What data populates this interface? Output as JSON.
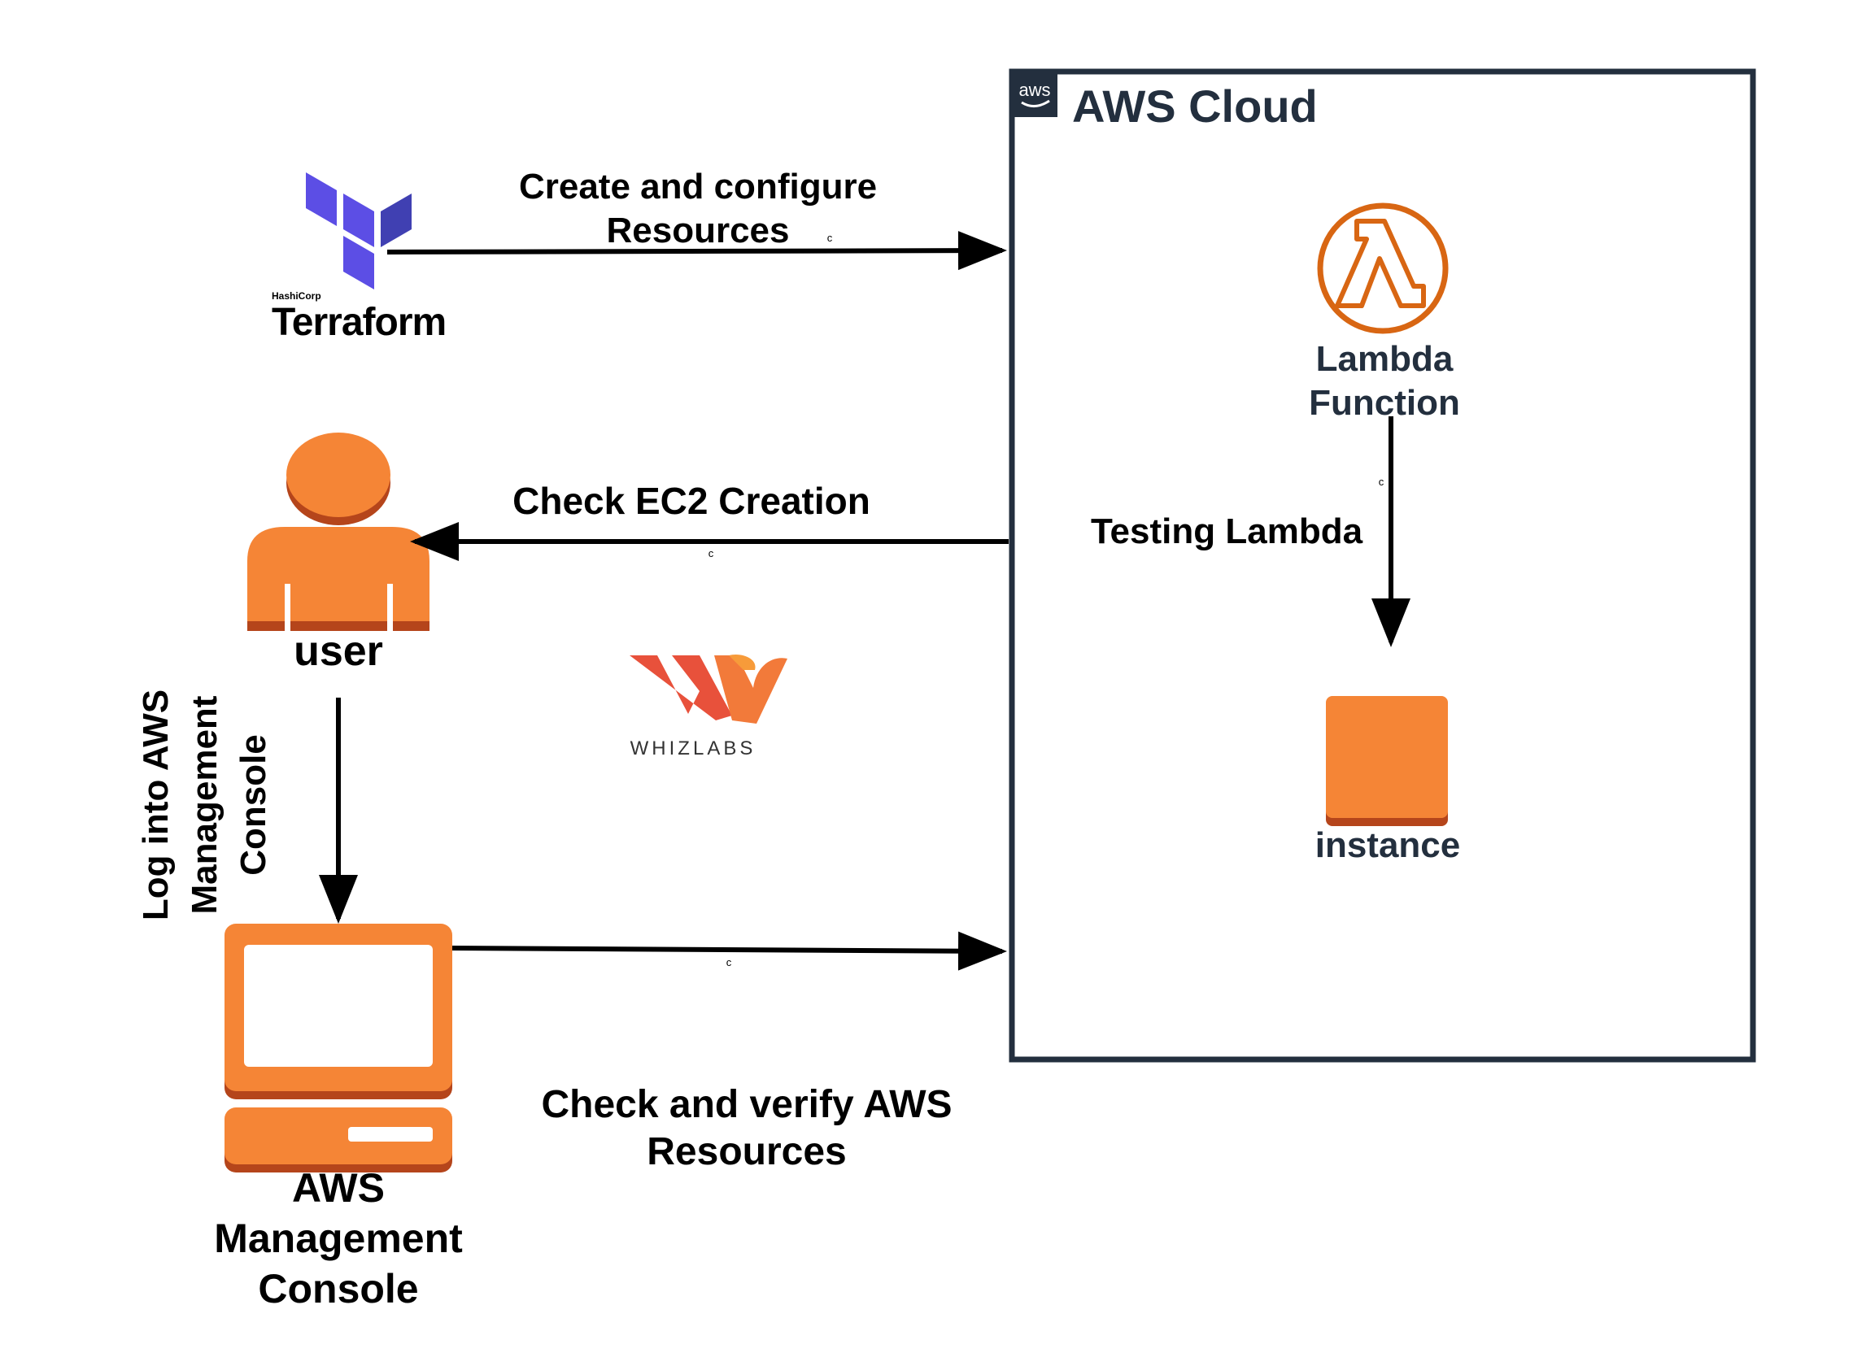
{
  "cloud": {
    "badge": "aws",
    "title": "AWS Cloud",
    "border_color": "#232F3E"
  },
  "terraform": {
    "brand_small": "HashiCorp",
    "brand_name": "Terraform",
    "color": "#5C4EE5"
  },
  "whizlabs": {
    "name": "WHIZLABS"
  },
  "nodes": {
    "lambda": {
      "line1": "Lambda",
      "line2": "Function"
    },
    "instance": {
      "label": "instance"
    },
    "user": {
      "label": "user"
    },
    "console": {
      "line1": "AWS",
      "line2": "Management",
      "line3": "Console"
    }
  },
  "edges": {
    "create": {
      "line1": "Create and configure",
      "line2": "Resources",
      "marker": "c"
    },
    "check_ec2": {
      "label": "Check EC2 Creation",
      "marker": "c"
    },
    "testing": {
      "label": "Testing Lambda",
      "marker": "c"
    },
    "login": {
      "line1": "Log into AWS",
      "line2": "Management",
      "line3": "Console"
    },
    "verify": {
      "line1": "Check and verify AWS",
      "line2": "Resources",
      "marker": "c"
    }
  },
  "colors": {
    "orange": "#F58536",
    "orange_dark": "#B5451B",
    "lambda_orange": "#D86613",
    "text": "#000000",
    "node_text": "#232F3E"
  }
}
